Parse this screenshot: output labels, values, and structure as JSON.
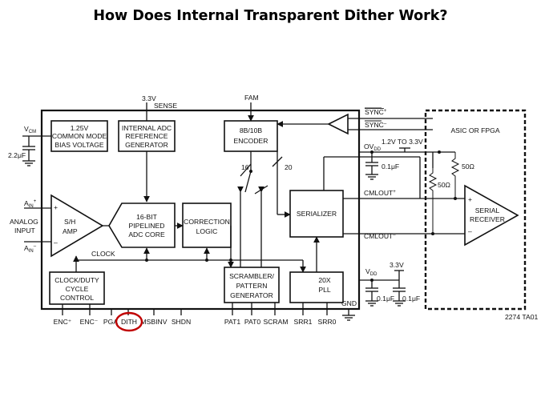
{
  "slide": {
    "title": "How Does Internal Transparent Dither Work?"
  },
  "blocks": {
    "vcm_bias": [
      "1.25V",
      "COMMON MODE",
      "BIAS VOLTAGE"
    ],
    "adc_ref": [
      "INTERNAL ADC",
      "REFERENCE",
      "GENERATOR"
    ],
    "encoder": [
      "8B/10B",
      "ENCODER"
    ],
    "sh_amp": [
      "S/H",
      "AMP"
    ],
    "pipelined_adc": [
      "16-BIT",
      "PIPELINED",
      "ADC CORE"
    ],
    "correction": [
      "CORRECTION",
      "LOGIC"
    ],
    "serializer": "SERIALIZER",
    "clock_duty": [
      "CLOCK/DUTY",
      "CYCLE",
      "CONTROL"
    ],
    "scrambler": [
      "SCRAMBLER/",
      "PATTERN",
      "GENERATOR"
    ],
    "pll": [
      "20X",
      "PLL"
    ],
    "fpga": "ASIC OR FPGA",
    "serial_receiver": [
      "SERIAL",
      "RECEIVER"
    ]
  },
  "labels": {
    "v33_top": "3.3V",
    "sense": "SENSE",
    "fam": "FAM",
    "sync_p": "SYNC",
    "sync_p_sup": "+",
    "sync_n": "SYNC",
    "sync_n_sup": "–",
    "vcm": "V",
    "vcm_sub": "CM",
    "cap_22uf": "2.2μF",
    "ain_p": "A",
    "ain_p_sub": "IN",
    "ain_p_sup": "+",
    "ain_n": "A",
    "ain_n_sub": "IN",
    "ain_n_sup": "–",
    "analog_input": [
      "ANALOG",
      "INPUT"
    ],
    "plus": "+",
    "minus": "–",
    "bus16": "16",
    "bus20": "20",
    "clock": "CLOCK",
    "ovdd": "OV",
    "ovdd_sub": "DD",
    "v12_33": "1.2V TO 3.3V",
    "cap_01_a": "0.1μF",
    "r50_a": "50Ω",
    "r50_b": "50Ω",
    "cmlout_p": "CMLOUT",
    "cmlout_p_sup": "+",
    "cmlout_n": "CMLOUT",
    "cmlout_n_sup": "–",
    "vdd": "V",
    "vdd_sub": "DD",
    "v33_b": "3.3V",
    "cap_01_b": "0.1μF",
    "cap_01_c": "0.1μF",
    "gnd": "GND",
    "figure_id": "2274 TA01"
  },
  "pins": [
    "ENC⁺",
    "ENC⁻",
    "PGA",
    "DITH",
    "MSBINV",
    "SHDN",
    "PAT1",
    "PAT0",
    "SCRAM",
    "SRR1",
    "SRR0"
  ],
  "highlight": {
    "pin": "DITH",
    "color": "#c00000"
  }
}
